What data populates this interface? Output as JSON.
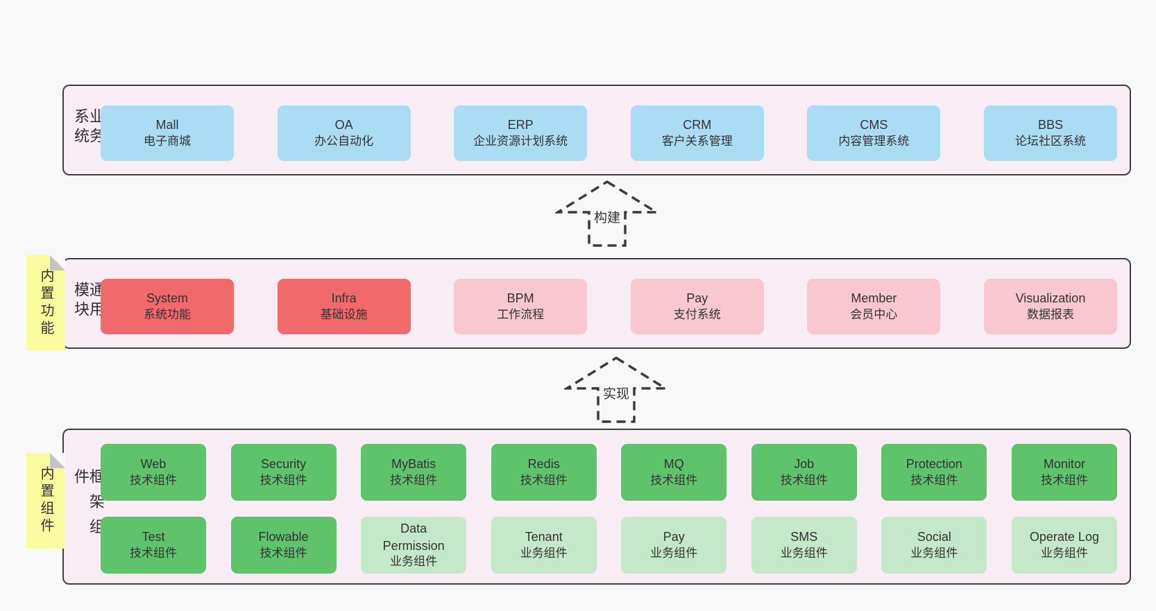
{
  "colors": {
    "page_bg": "#f8f8f8",
    "section_bg": "#f8edf5",
    "section_border": "#3f3f3f",
    "blue": "#aadcf4",
    "red": "#f0696b",
    "pink": "#f9c7cf",
    "green": "#5fc36c",
    "light_green": "#c5e7ca",
    "note_bg": "#fafa9e",
    "note_fold": "#c4c4c4",
    "text": "#333333",
    "arrow": "#3a3a3a"
  },
  "sections": {
    "business": {
      "label": "业务系统",
      "boxes": [
        {
          "title": "Mall",
          "subtitle": "电子商城"
        },
        {
          "title": "OA",
          "subtitle": "办公自动化"
        },
        {
          "title": "ERP",
          "subtitle": "企业资源计划系统"
        },
        {
          "title": "CRM",
          "subtitle": "客户关系管理"
        },
        {
          "title": "CMS",
          "subtitle": "内容管理系统"
        },
        {
          "title": "BBS",
          "subtitle": "论坛社区系统"
        }
      ]
    },
    "modules": {
      "label": "通用模块",
      "note": "内置功能",
      "boxes": [
        {
          "title": "System",
          "subtitle": "系统功能"
        },
        {
          "title": "Infra",
          "subtitle": "基础设施"
        },
        {
          "title": "BPM",
          "subtitle": "工作流程"
        },
        {
          "title": "Pay",
          "subtitle": "支付系统"
        },
        {
          "title": "Member",
          "subtitle": "会员中心"
        },
        {
          "title": "Visualization",
          "subtitle": "数据报表"
        }
      ]
    },
    "components": {
      "label": "框架组件",
      "note": "内置组件",
      "row1": [
        {
          "title": "Web",
          "subtitle": "技术组件"
        },
        {
          "title": "Security",
          "subtitle": "技术组件"
        },
        {
          "title": "MyBatis",
          "subtitle": "技术组件"
        },
        {
          "title": "Redis",
          "subtitle": "技术组件"
        },
        {
          "title": "MQ",
          "subtitle": "技术组件"
        },
        {
          "title": "Job",
          "subtitle": "技术组件"
        },
        {
          "title": "Protection",
          "subtitle": "技术组件"
        },
        {
          "title": "Monitor",
          "subtitle": "技术组件"
        }
      ],
      "row2": [
        {
          "title": "Test",
          "subtitle": "技术组件"
        },
        {
          "title": "Flowable",
          "subtitle": "技术组件"
        },
        {
          "title": "Data Permission",
          "subtitle": "业务组件"
        },
        {
          "title": "Tenant",
          "subtitle": "业务组件"
        },
        {
          "title": "Pay",
          "subtitle": "业务组件"
        },
        {
          "title": "SMS",
          "subtitle": "业务组件"
        },
        {
          "title": "Social",
          "subtitle": "业务组件"
        },
        {
          "title": "Operate Log",
          "subtitle": "业务组件"
        }
      ]
    }
  },
  "arrows": {
    "build": "构建",
    "implement": "实现"
  }
}
